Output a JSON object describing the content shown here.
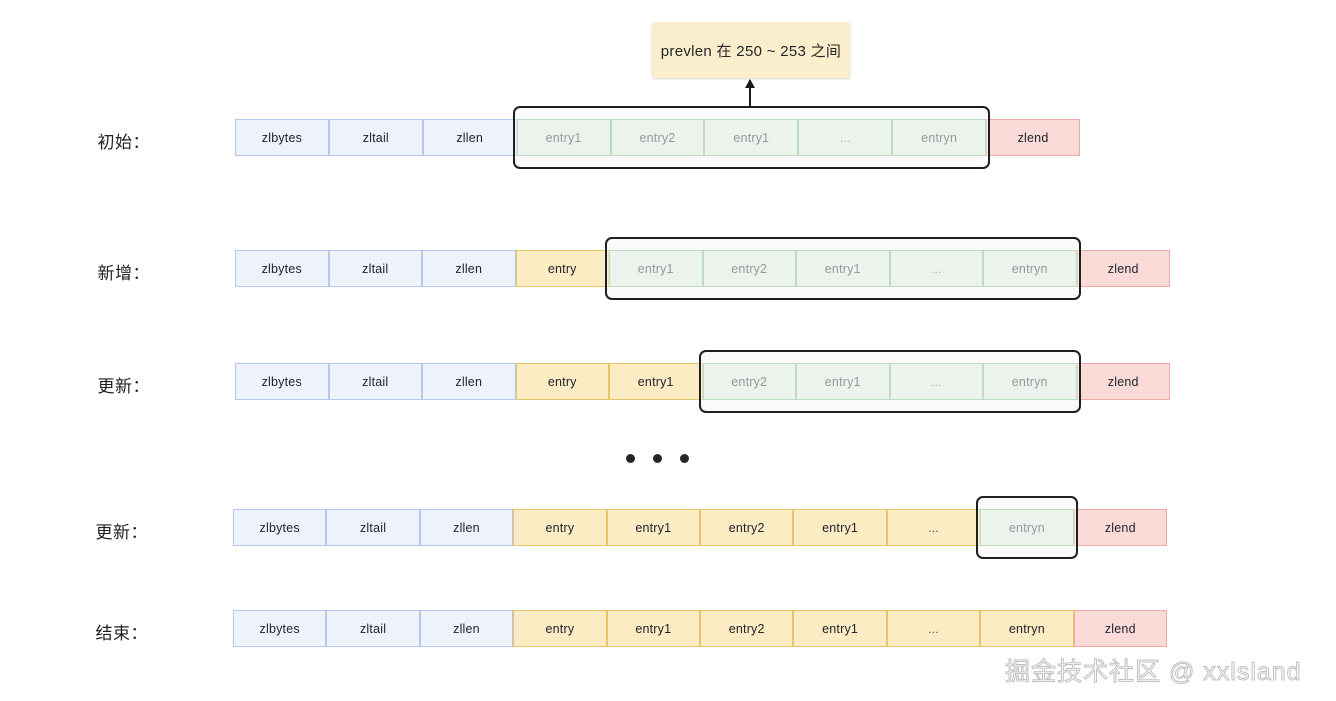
{
  "callout": {
    "text": "prevlen 在 250 ~ 253 之间",
    "bg": "#faeecd"
  },
  "colors": {
    "header_fill": "#eef2fb",
    "header_border": "#b5c7ea",
    "entry_fill": "#dff0df",
    "entry_border": "#79bd7e",
    "updated_fill": "#fcecc4",
    "updated_border": "#e8c469",
    "zlend_fill": "#fadbd8",
    "zlend_border": "#eeaaa4",
    "highlight_border": "#1f1f1f"
  },
  "ellipsis_separator": {
    "dot_count": 3
  },
  "watermark": {
    "text": "掘金技术社区 @ xxlsland"
  },
  "rows": [
    {
      "id": "row-initial",
      "label": "初始：",
      "cells": [
        {
          "text": "zlbytes",
          "style": "blue"
        },
        {
          "text": "zltail",
          "style": "blue"
        },
        {
          "text": "zllen",
          "style": "blue"
        },
        {
          "text": "entry1",
          "style": "green"
        },
        {
          "text": "entry2",
          "style": "green"
        },
        {
          "text": "entry1",
          "style": "green"
        },
        {
          "text": "...",
          "style": "green"
        },
        {
          "text": "entryn",
          "style": "green"
        },
        {
          "text": "zlend",
          "style": "pink"
        }
      ],
      "highlight": {
        "from": 3,
        "to": 7
      }
    },
    {
      "id": "row-insert",
      "label": "新增：",
      "cells": [
        {
          "text": "zlbytes",
          "style": "blue"
        },
        {
          "text": "zltail",
          "style": "blue"
        },
        {
          "text": "zllen",
          "style": "blue"
        },
        {
          "text": "entry",
          "style": "orange"
        },
        {
          "text": "entry1",
          "style": "green"
        },
        {
          "text": "entry2",
          "style": "green"
        },
        {
          "text": "entry1",
          "style": "green"
        },
        {
          "text": "...",
          "style": "green"
        },
        {
          "text": "entryn",
          "style": "green"
        },
        {
          "text": "zlend",
          "style": "pink"
        }
      ],
      "highlight": {
        "from": 4,
        "to": 8
      }
    },
    {
      "id": "row-update-1",
      "label": "更新：",
      "cells": [
        {
          "text": "zlbytes",
          "style": "blue"
        },
        {
          "text": "zltail",
          "style": "blue"
        },
        {
          "text": "zllen",
          "style": "blue"
        },
        {
          "text": "entry",
          "style": "orange"
        },
        {
          "text": "entry1",
          "style": "orange"
        },
        {
          "text": "entry2",
          "style": "green"
        },
        {
          "text": "entry1",
          "style": "green"
        },
        {
          "text": "...",
          "style": "green"
        },
        {
          "text": "entryn",
          "style": "green"
        },
        {
          "text": "zlend",
          "style": "pink"
        }
      ],
      "highlight": {
        "from": 5,
        "to": 8
      }
    },
    {
      "id": "row-update-2",
      "label": "更新：",
      "cells": [
        {
          "text": "zlbytes",
          "style": "blue"
        },
        {
          "text": "zltail",
          "style": "blue"
        },
        {
          "text": "zllen",
          "style": "blue"
        },
        {
          "text": "entry",
          "style": "orange"
        },
        {
          "text": "entry1",
          "style": "orange"
        },
        {
          "text": "entry2",
          "style": "orange"
        },
        {
          "text": "entry1",
          "style": "orange"
        },
        {
          "text": "...",
          "style": "orange"
        },
        {
          "text": "entryn",
          "style": "green"
        },
        {
          "text": "zlend",
          "style": "pink"
        }
      ],
      "highlight": {
        "from": 8,
        "to": 8
      }
    },
    {
      "id": "row-end",
      "label": "结束：",
      "cells": [
        {
          "text": "zlbytes",
          "style": "blue"
        },
        {
          "text": "zltail",
          "style": "blue"
        },
        {
          "text": "zllen",
          "style": "blue"
        },
        {
          "text": "entry",
          "style": "orange"
        },
        {
          "text": "entry1",
          "style": "orange"
        },
        {
          "text": "entry2",
          "style": "orange"
        },
        {
          "text": "entry1",
          "style": "orange"
        },
        {
          "text": "...",
          "style": "orange"
        },
        {
          "text": "entryn",
          "style": "orange"
        },
        {
          "text": "zlend",
          "style": "pink"
        }
      ],
      "highlight": null
    }
  ]
}
